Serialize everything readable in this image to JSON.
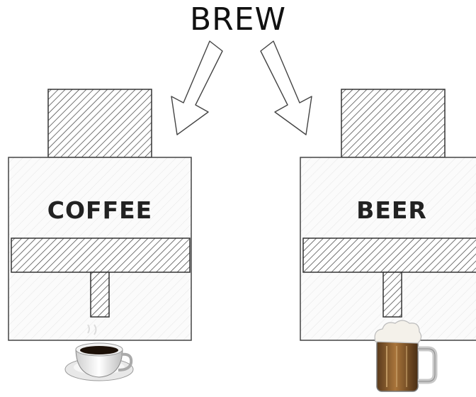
{
  "title": "BREW",
  "machines": [
    {
      "label": "COFFEE",
      "output_icon": "coffee-cup-icon"
    },
    {
      "label": "BEER",
      "output_icon": "beer-mug-icon"
    }
  ]
}
